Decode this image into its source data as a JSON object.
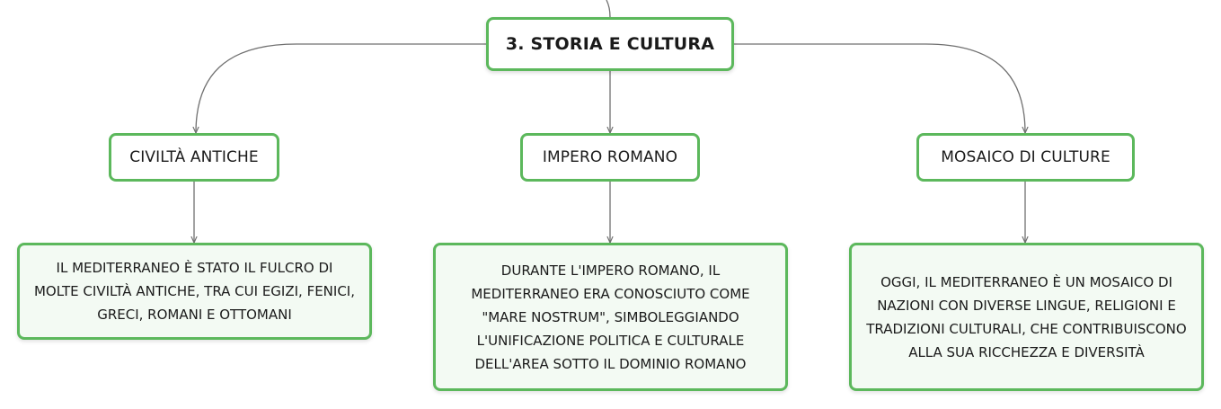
{
  "root": {
    "label": "3. STORIA E CULTURA"
  },
  "branches": [
    {
      "label": "CIVILTÀ ANTICHE",
      "description": "IL MEDITERRANEO È STATO IL FULCRO DI MOLTE CIVILTÀ ANTICHE, TRA CUI EGIZI, FENICI, GRECI, ROMANI E OTTOMANI"
    },
    {
      "label": "IMPERO ROMANO",
      "description": "DURANTE L'IMPERO ROMANO, IL MEDITERRANEO ERA CONOSCIUTO COME \"MARE NOSTRUM\", SIMBOLEGGIANDO L'UNIFICAZIONE POLITICA E CULTURALE DELL'AREA SOTTO IL DOMINIO ROMANO"
    },
    {
      "label": "MOSAICO DI CULTURE",
      "description": "OGGI, IL MEDITERRANEO È UN MOSAICO DI NAZIONI CON DIVERSE LINGUE, RELIGIONI E TRADIZIONI CULTURALI, CHE CONTRIBUISCONO ALLA SUA RICCHEZZA E DIVERSITÀ"
    }
  ],
  "colors": {
    "node_border": "#5cb85c",
    "leaf_background": "#f3faf3",
    "connector": "#707070"
  }
}
